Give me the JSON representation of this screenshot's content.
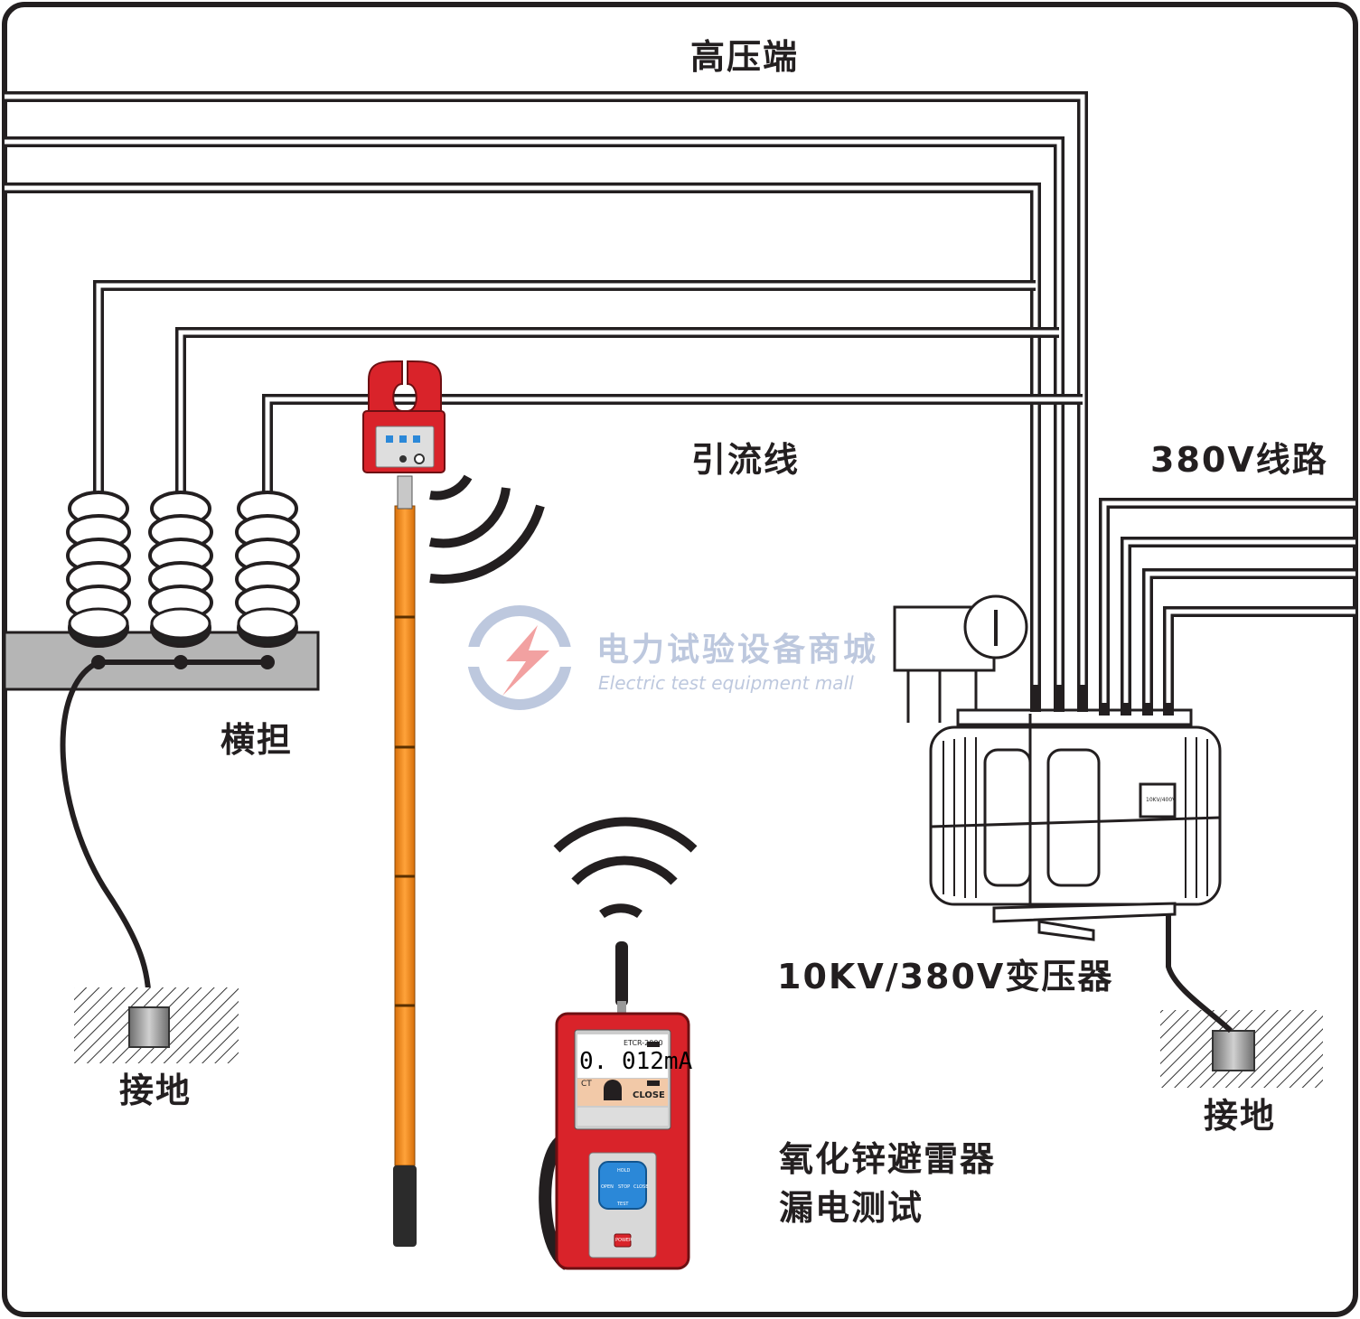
{
  "labels": {
    "high_voltage_end": "高压端",
    "drain_wire": "引流线",
    "line_380v": "380V线路",
    "crossarm": "横担",
    "ground_left": "接地",
    "ground_right": "接地",
    "transformer": "10KV/380V变压器",
    "test_title_line1": "氧化锌避雷器",
    "test_title_line2": "漏电测试"
  },
  "watermark": {
    "cn": "电力试验设备商城",
    "en": "Electric test equipment mall"
  },
  "meter": {
    "model": "ETCR-2000",
    "reading": "0. 012mA",
    "mode": "CT",
    "status": "CLOSE",
    "keys": [
      "HOLD",
      "OPEN",
      "STOP",
      "CLOSE",
      "TEST"
    ],
    "power_label": "POWER"
  },
  "transformer_nameplate": "10KV/400V",
  "colors": {
    "clamp_red": "#d9232a",
    "pole_orange": "#f08a1c",
    "line_dark": "#231f20",
    "crossarm_gray": "#b5b5b5",
    "key_blue": "#2b88d8",
    "watermark_blue": "#6f86b8"
  }
}
